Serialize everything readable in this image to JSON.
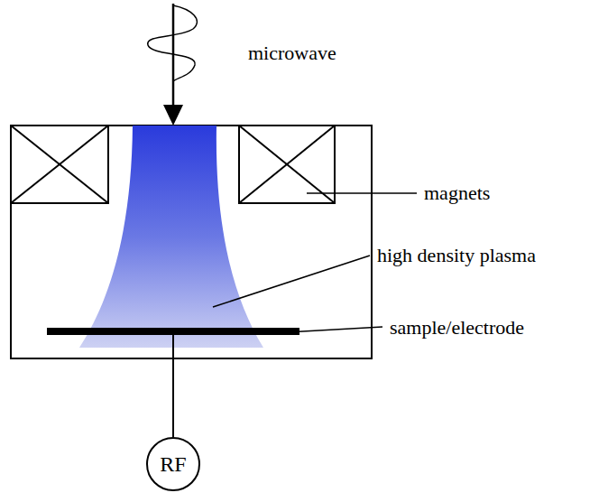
{
  "diagram": {
    "nodes": [
      {
        "text": [
          "RF"
        ]
      }
    ],
    "labels": [
      "microwave",
      "magnets",
      "high density plasma",
      "sample/electrode"
    ]
  }
}
